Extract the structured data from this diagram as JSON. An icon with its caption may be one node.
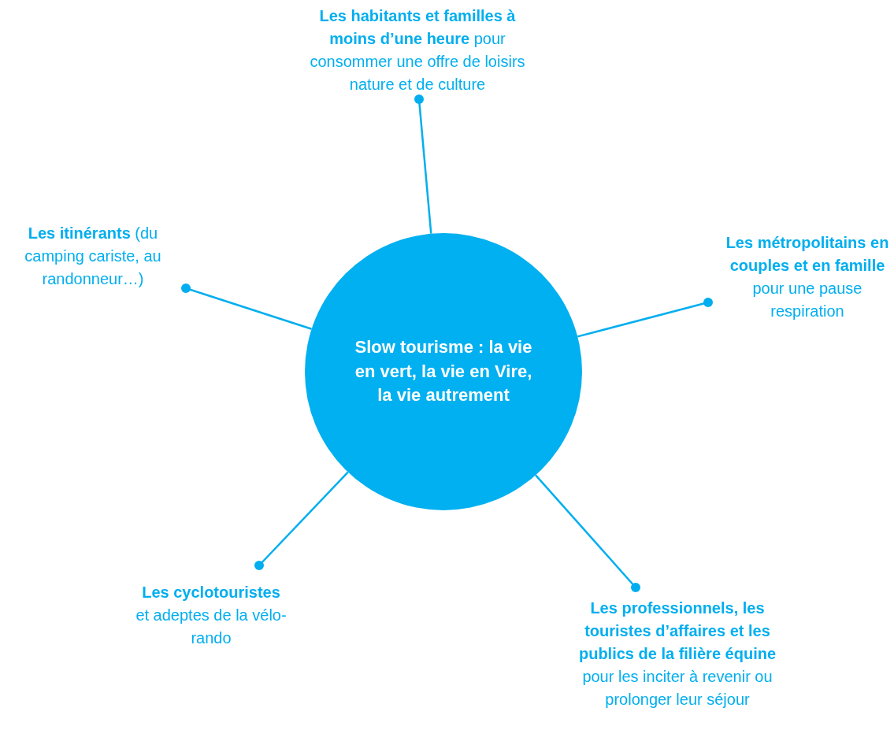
{
  "diagram": {
    "nodes": [
      {
        "text": [
          "Slow tourisme : la vie en vert, la vie en Vire, la vie autrement"
        ]
      },
      {
        "text": [
          "**Les habitants et familles à moins d’une heure** pour consommer une offre de loisirs nature et de culture"
        ]
      },
      {
        "text": [
          "**Les métropolitains en couples et en famille** pour une pause respiration"
        ]
      },
      {
        "text": [
          "**Les professionnels, les touristes d’affaires et les publics de la filière équine** pour les inciter à revenir ou prolonger leur séjour"
        ]
      },
      {
        "text": [
          "**Les cyclotouristes** et adeptes de la vélo-rando"
        ]
      },
      {
        "text": [
          "**Les itinérants** (du camping cariste, au randonneur…)"
        ]
      }
    ],
    "edges": [
      {
        "from": 0,
        "to": 1,
        "arrow": "other"
      },
      {
        "from": 0,
        "to": 2,
        "arrow": "other"
      },
      {
        "from": 0,
        "to": 3,
        "arrow": "other"
      },
      {
        "from": 0,
        "to": 4,
        "arrow": "other"
      },
      {
        "from": 0,
        "to": 5,
        "arrow": "other"
      }
    ]
  }
}
